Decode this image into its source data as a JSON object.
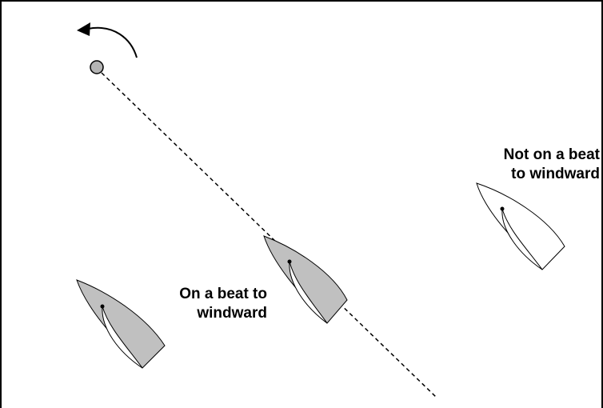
{
  "labels": {
    "on_beat": {
      "line1": "On a beat to",
      "line2": "windward"
    },
    "not_on_beat": {
      "line1": "Not on a beat",
      "line2": "to windward"
    }
  },
  "colors": {
    "boat_windward_fill": "#c0c0c0",
    "boat_leeward_fill": "#ffffff",
    "mark_fill": "#b4b4b4",
    "stroke": "#000000"
  },
  "icons": {
    "mark": "mark-buoy-icon",
    "rounding_arrow": "curved-arrow-icon",
    "course_line": "dashed-course-line"
  }
}
